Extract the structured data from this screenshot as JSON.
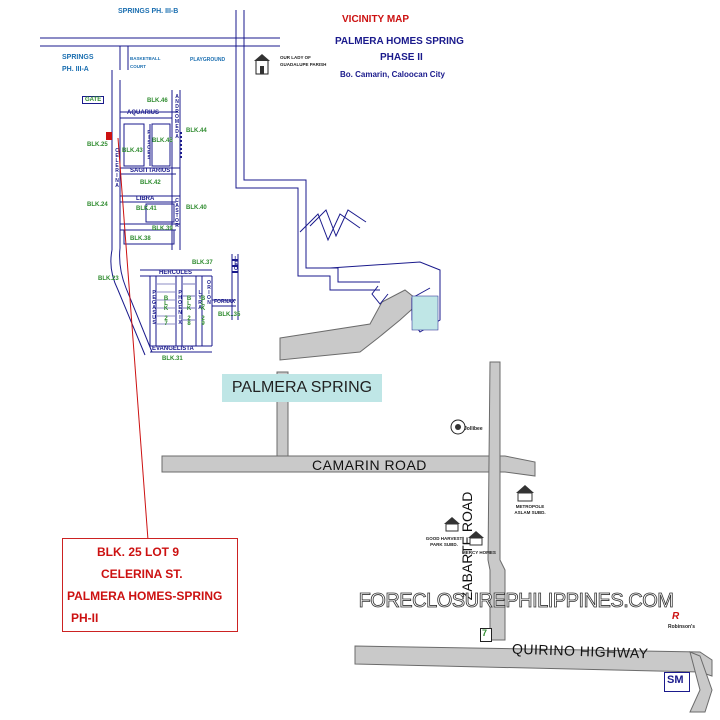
{
  "header": {
    "title": "VICINITY MAP",
    "subdivision": "PALMERA HOMES SPRING",
    "phase": "PHASE II",
    "location": "Bo. Camarin, Caloocan City"
  },
  "places": {
    "springs_ph3b": "SPRINGS PH. III-B",
    "springs_ph3a": "SPRINGS PH. III-A",
    "basketball_court": "BASKETBALL COURT",
    "playground": "PLAYGROUND",
    "church": "OUR LADY OF GUADALUPE PARISH",
    "gate": "GATE",
    "palmera_spring": "PALMERA SPRING"
  },
  "streets": {
    "aquarius": "AQUARIUS",
    "sagittarius": "SAGITTARIUS",
    "libra": "LIBRA",
    "hercules": "HERCULES",
    "evangelista": "EVANGELISTA",
    "andromeda": "ANDROMEDA",
    "celerina": "CELERINA",
    "pisces": "PISCES",
    "castor": "CASTOR",
    "fornax": "FORNAX",
    "pegasus": "PEGASUS",
    "phoenix": "PHOENIX",
    "lyra": "LYRA",
    "leo": "LEO",
    "orion": "ORION"
  },
  "blocks": {
    "b46": "BLK.46",
    "b45": "BLK.45",
    "b44": "BLK.44",
    "b43": "BLK.43",
    "b42": "BLK.42",
    "b41": "BLK.41",
    "b40": "BLK.40",
    "b39": "BLK.39",
    "b38": "BLK.38",
    "b37": "BLK.37",
    "b25": "BLK.25",
    "b24": "BLK.24",
    "b23": "BLK.23",
    "b27": "BLK 27",
    "b28": "BLK 28",
    "b29": "BLK 29",
    "b35": "BLK..35",
    "b31": "BLK.31"
  },
  "roads": {
    "camarin": "CAMARIN ROAD",
    "zabarte": "ZABARTE ROAD",
    "quirino": "QUIRINO HIGHWAY"
  },
  "landmarks": {
    "jollibee": "Jollibee",
    "good_harvest": "GOOD HARVEST PARK SUBD.",
    "mercy_homes": "MERCY HOMES",
    "metropole": "METROPOLE ASLAM SUBD.",
    "robinsons": "Robinson's",
    "seven_eleven": "7",
    "sm": "SM"
  },
  "callout": {
    "line1": "BLK. 25 LOT 9",
    "line2": "CELERINA ST.",
    "line3": "PALMERA HOMES-SPRING",
    "line4": "PH-II"
  },
  "watermark": "FORECLOSUREPHILIPPINES.COM",
  "colors": {
    "road_fill": "#c9c9c9",
    "street_line": "#1a1a8c",
    "block_label": "#2e8b2e",
    "callout_red": "#cc1111",
    "highlight": "#bfe6e6"
  }
}
